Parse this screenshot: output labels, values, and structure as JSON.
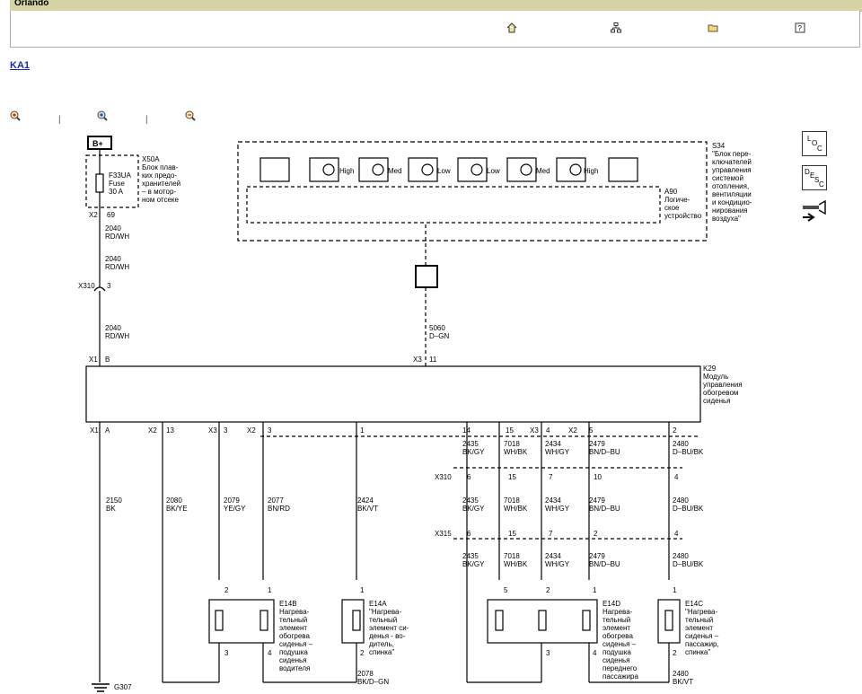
{
  "header": {
    "title": "Orlando"
  },
  "toolbar": {
    "icons": [
      "home-icon",
      "tree-icon",
      "folder-icon",
      "help-icon"
    ]
  },
  "link": {
    "text": "KA1"
  },
  "zoom": {
    "separator": "|"
  },
  "side_buttons": {
    "loc": [
      "L",
      "O",
      "C"
    ],
    "desc": [
      "D",
      "E",
      "S",
      "C"
    ]
  },
  "diagram": {
    "bplus": "B+",
    "x50a": [
      "X50A",
      "Блок плав-",
      "ких предо-",
      "хранителей",
      "– в мотор-",
      "ном отсеке"
    ],
    "fuse": [
      "F33UA",
      "Fuse",
      "30 A"
    ],
    "s34": [
      "S34",
      "\"Блок пере-",
      "ключателей",
      "управления",
      "системой",
      "отопления,",
      "вентиляции",
      "и кондицио-",
      "нирования",
      "воздуха\""
    ],
    "a90": [
      "A90",
      "Логиче-",
      "ское",
      "устройство"
    ],
    "levels": [
      "High",
      "Med",
      "Low",
      "Low",
      "Med",
      "High"
    ],
    "k29": [
      "K29",
      "Модуль",
      "управления",
      "обогревом",
      "сиденья"
    ],
    "conn_top": {
      "x2": "X2",
      "p69": "69",
      "x310": "X310",
      "p3": "3",
      "x1": "X1",
      "pB": "B",
      "x3": "X3",
      "p11": "11"
    },
    "w_top": [
      [
        "2040",
        "RD/WH"
      ],
      [
        "2040",
        "RD/WH"
      ],
      [
        "2040",
        "RD/WH"
      ],
      [
        "5060",
        "D–GN"
      ]
    ],
    "pins_row": [
      [
        "X1",
        "A"
      ],
      [
        "X2",
        "13"
      ],
      [
        "X3",
        "3"
      ],
      [
        "X2",
        "3"
      ],
      [
        "",
        "1"
      ],
      [
        "",
        "14"
      ],
      [
        "",
        "15"
      ],
      [
        "X3",
        "4"
      ],
      [
        "X2",
        "5"
      ],
      [
        "",
        "2"
      ]
    ],
    "w_left": [
      [
        "2150",
        "BK"
      ],
      [
        "2080",
        "BK/YE"
      ],
      [
        "2079",
        "YE/GY"
      ],
      [
        "2077",
        "BN/RD"
      ],
      [
        "2424",
        "BK/VT"
      ]
    ],
    "w_right": [
      [
        "2435",
        "BK/GY"
      ],
      [
        "7018",
        "WH/BK"
      ],
      [
        "2434",
        "WH/GY"
      ],
      [
        "2479",
        "BN/D–BU"
      ],
      [
        "2480",
        "D–BU/BK"
      ]
    ],
    "x310_pins": [
      "X310",
      "6",
      "15",
      "7",
      "10",
      "4"
    ],
    "x315_pins": [
      "X315",
      "6",
      "15",
      "7",
      "2",
      "4"
    ],
    "e14b": [
      "E14B",
      "Нагрева-",
      "тельный",
      "элемент",
      "обогрева",
      "сиденья –",
      "подушка",
      "сиденья",
      "водителя"
    ],
    "e14a": [
      "E14A",
      "\"Нагрева-",
      "тельный",
      "элемент си-",
      "денья - во-",
      "дитель,",
      "спинка\""
    ],
    "e14d": [
      "E14D",
      "Нагрева-",
      "тельный",
      "элемент",
      "обогрева",
      "сиденья –",
      "подушка",
      "сиденья",
      "переднего",
      "пассажира"
    ],
    "e14c": [
      "E14C",
      "\"Нагрева-",
      "тельный",
      "элемент",
      "сиденья –",
      "пассажир,",
      "спинка\""
    ],
    "e_pins": {
      "b": [
        "2",
        "1",
        "3",
        "4"
      ],
      "a": [
        "1",
        "2"
      ],
      "d": [
        "5",
        "2",
        "1",
        "3",
        "4"
      ],
      "c": [
        "1",
        "2"
      ]
    },
    "bottom": {
      "g307": "G307",
      "w_a": [
        "2078",
        "BK/D–GN"
      ],
      "w_c": [
        "2480",
        "BK/VT"
      ]
    }
  }
}
